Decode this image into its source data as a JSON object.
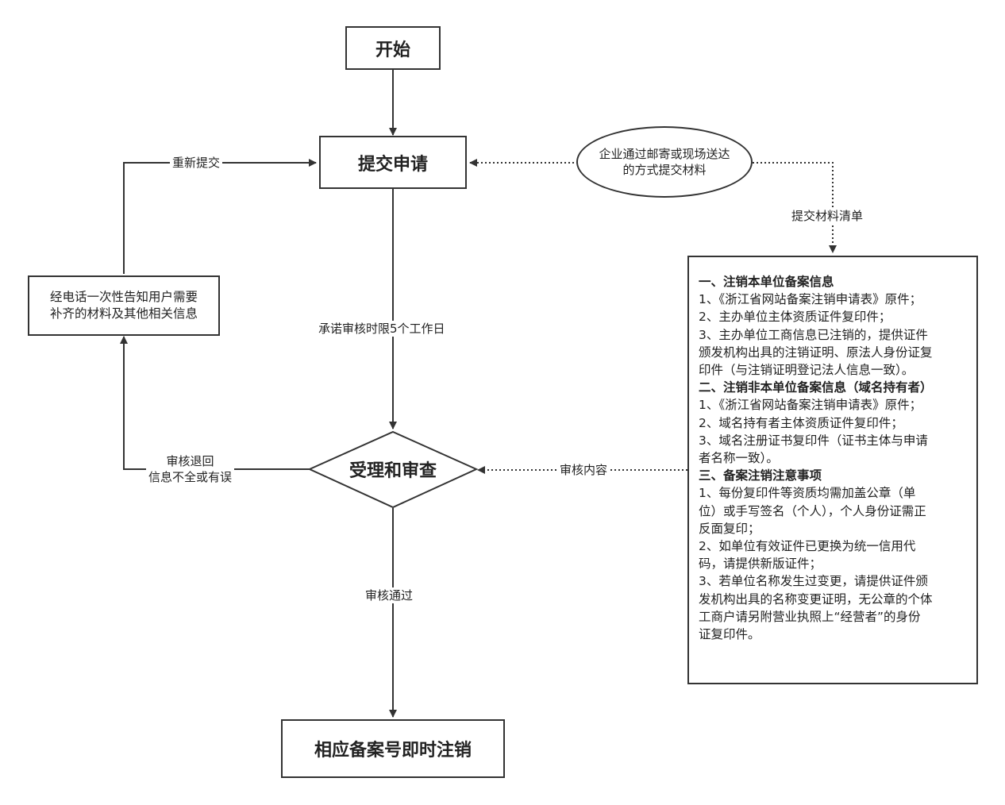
{
  "nodes": {
    "start": "开始",
    "submit": "提交申请",
    "review": "受理和审查",
    "cancel": "相应备案号即时注销",
    "supplement": [
      "经电话一次性告知用户需要",
      "补齐的材料及其他相关信息"
    ],
    "channel": [
      "企业通过邮寄或现场送达",
      "的方式提交材料"
    ]
  },
  "edge_labels": {
    "resubmit": "重新提交",
    "deadline": "承诺审核时限5个工作日",
    "returned": [
      "审核退回",
      "信息不全或有误"
    ],
    "passed": "审核通过",
    "materials_list": "提交材料清单",
    "review_content": "审核内容"
  },
  "materials": [
    {
      "text": "一、注销本单位备案信息",
      "heading": true
    },
    {
      "text": "1、《浙江省网站备案注销申请表》原件；",
      "heading": false
    },
    {
      "text": "2、主办单位主体资质证件复印件；",
      "heading": false
    },
    {
      "text": "3、主办单位工商信息已注销的，提供证件",
      "heading": false
    },
    {
      "text": "颁发机构出具的注销证明、原法人身份证复",
      "heading": false
    },
    {
      "text": "印件（与注销证明登记法人信息一致）。",
      "heading": false
    },
    {
      "text": "二、注销非本单位备案信息（域名持有者）",
      "heading": true
    },
    {
      "text": "1、《浙江省网站备案注销申请表》原件；",
      "heading": false
    },
    {
      "text": "2、域名持有者主体资质证件复印件；",
      "heading": false
    },
    {
      "text": "3、域名注册证书复印件（证书主体与申请",
      "heading": false
    },
    {
      "text": "者名称一致）。",
      "heading": false
    },
    {
      "text": "三、备案注销注意事项",
      "heading": true
    },
    {
      "text": "1、每份复印件等资质均需加盖公章（单",
      "heading": false
    },
    {
      "text": "位）或手写签名（个人），个人身份证需正",
      "heading": false
    },
    {
      "text": "反面复印；",
      "heading": false
    },
    {
      "text": "2、如单位有效证件已更换为统一信用代",
      "heading": false
    },
    {
      "text": "码，请提供新版证件；",
      "heading": false
    },
    {
      "text": "3、若单位名称发生过变更，请提供证件颁",
      "heading": false
    },
    {
      "text": "发机构出具的名称变更证明，无公章的个体",
      "heading": false
    },
    {
      "text": "工商户请另附营业执照上“经营者”的身份",
      "heading": false
    },
    {
      "text": "证复印件。",
      "heading": false
    }
  ]
}
